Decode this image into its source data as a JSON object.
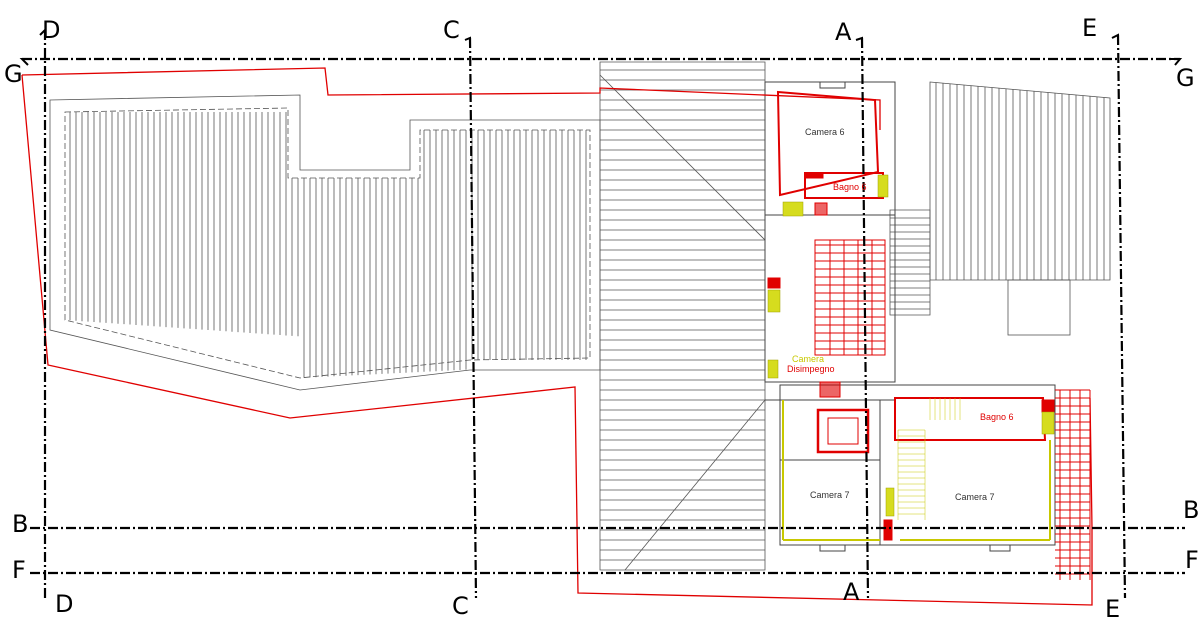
{
  "colors": {
    "section_line": "#000000",
    "outline_red": "#e00000",
    "stair_red": "#e00000",
    "highlight_yellow": "#d6dc1e",
    "roof_lines": "#555555",
    "room_text": "#333333",
    "yellow_text": "#c8c800"
  },
  "section_markers": {
    "A_top": "A",
    "A_bottom": "A",
    "B_left": "B",
    "B_right": "B",
    "C_top": "C",
    "C_bottom": "C",
    "D_top": "D",
    "D_bottom": "D",
    "E_top": "E",
    "E_bottom": "E",
    "F_left": "F",
    "F_right": "F",
    "G_left": "G",
    "G_right": "G"
  },
  "rooms": {
    "camera6": "Camera 6",
    "bagno6_top": "Bagno 6",
    "camera_yellow": "Camera",
    "disimpegno": "Disimpegno",
    "bagno6_right": "Bagno 6",
    "camera7_left": "Camera 7",
    "camera7_right": "Camera 7"
  }
}
